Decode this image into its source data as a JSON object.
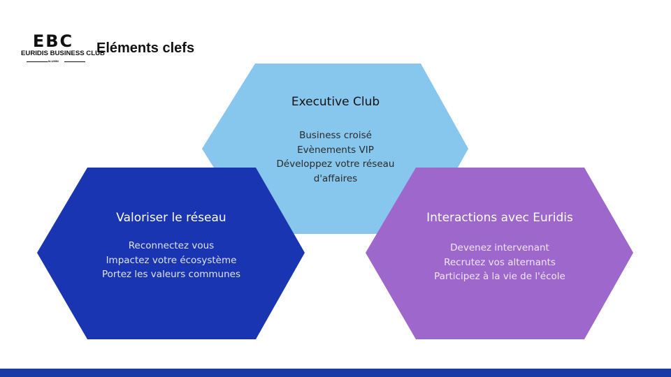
{
  "logo": {
    "mark": "EBC",
    "name": "EURIDIS BUSINESS CLUB",
    "tagline": "ALUMNI"
  },
  "title": "Eléments clefs",
  "colors": {
    "top": "#87c7ee",
    "left": "#1a35b2",
    "right": "#9e67cc",
    "bar": "#1a3aa6"
  },
  "hexagons": {
    "top": {
      "title": "Executive Club",
      "lines": [
        "Business croisé",
        "Evènements VIP",
        "Développez votre réseau",
        "d'affaires"
      ]
    },
    "left": {
      "title": "Valoriser le réseau",
      "lines": [
        "Reconnectez vous",
        "Impactez votre écosystème",
        "Portez les valeurs communes"
      ]
    },
    "right": {
      "title": "Interactions avec Euridis",
      "lines": [
        "Devenez intervenant",
        "Recrutez vos alternants",
        "Participez à la vie de l'école"
      ]
    }
  }
}
